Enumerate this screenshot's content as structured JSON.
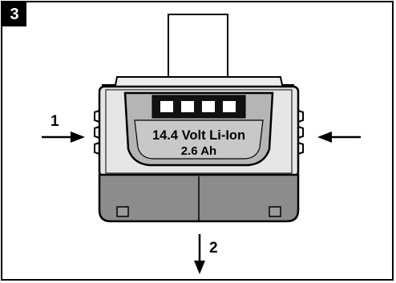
{
  "figure": {
    "step_number": "3",
    "battery_label_line1": "14.4 Volt Li-Ion",
    "battery_label_line2": "2.6 Ah",
    "callout_1": "1",
    "callout_2": "2",
    "charge_indicator_segments": 4,
    "colors": {
      "outline": "#000000",
      "body_fill": "#e6e6e6",
      "base_fill": "#8c8c8c",
      "label_fill": "#b5b5b5",
      "label_inner_fill": "#c8c8c8",
      "post_fill": "#ffffff"
    }
  }
}
